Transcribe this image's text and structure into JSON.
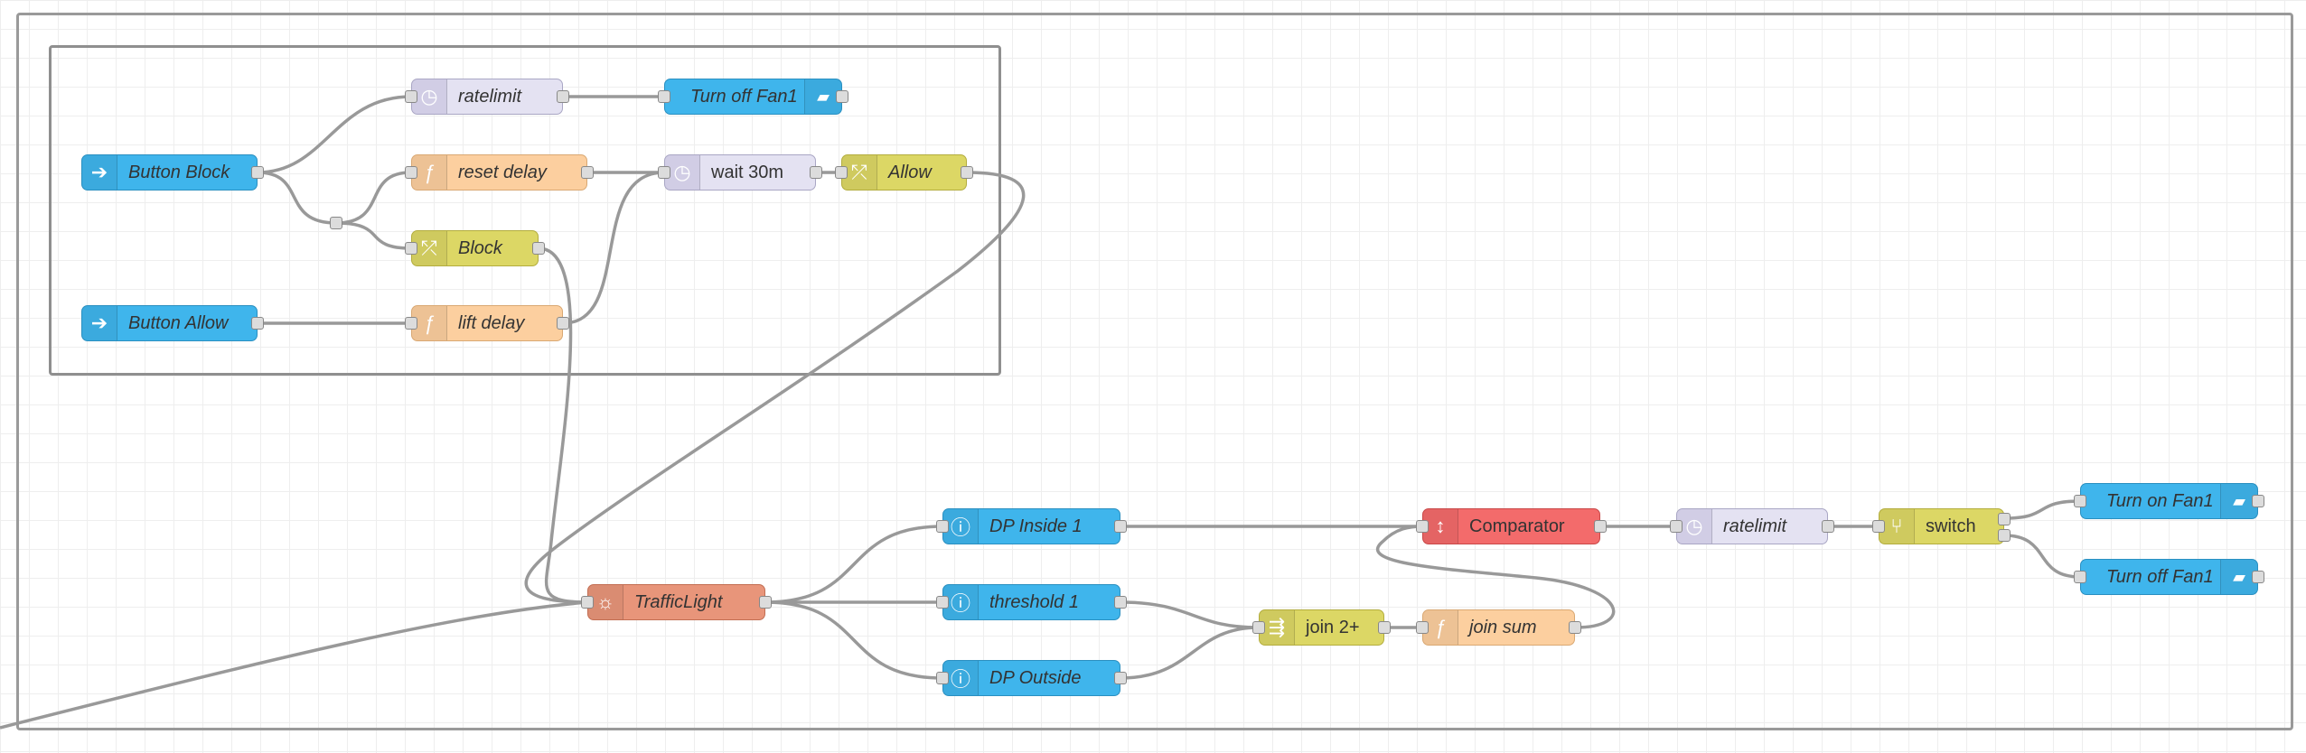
{
  "flow": {
    "nodes": {
      "button_block": {
        "label": "Button Block",
        "icon": "inject-icon"
      },
      "button_allow": {
        "label": "Button Allow",
        "icon": "inject-icon"
      },
      "ratelimit_top": {
        "label": "ratelimit",
        "icon": "delay-icon"
      },
      "turn_off_fan1_top": {
        "label": "Turn off Fan1",
        "icon": "wifi-router-icon"
      },
      "reset_delay": {
        "label": "reset delay",
        "icon": "function-icon"
      },
      "wait_30m": {
        "label": "wait 30m",
        "icon": "delay-icon"
      },
      "allow": {
        "label": "Allow",
        "icon": "change-icon"
      },
      "block": {
        "label": "Block",
        "icon": "change-icon"
      },
      "lift_delay": {
        "label": "lift delay",
        "icon": "function-icon"
      },
      "traffic_light": {
        "label": "TrafficLight",
        "icon": "lightbulb-icon"
      },
      "dp_inside_1": {
        "label": "DP Inside 1",
        "icon": "info-icon"
      },
      "threshold_1": {
        "label": "threshold 1",
        "icon": "info-icon"
      },
      "dp_outside": {
        "label": "DP Outside",
        "icon": "info-icon"
      },
      "join_2": {
        "label": "join 2+",
        "icon": "join-icon"
      },
      "join_sum": {
        "label": "join sum",
        "icon": "function-icon"
      },
      "comparator": {
        "label": "Comparator",
        "icon": "compare-icon"
      },
      "ratelimit_bottom": {
        "label": "ratelimit",
        "icon": "delay-icon"
      },
      "switch": {
        "label": "switch",
        "icon": "switch-icon"
      },
      "turn_on_fan1": {
        "label": "Turn on Fan1",
        "icon": "wifi-router-icon"
      },
      "turn_off_fan1_bottom": {
        "label": "Turn off Fan1",
        "icon": "wifi-router-icon"
      }
    },
    "colors": {
      "inject": "#3fb5ec",
      "delay": "#e4e2f2",
      "function": "#fccf9f",
      "change": "#dcd765",
      "comparator": "#f36b6b",
      "trafficlight": "#e8957a",
      "wire": "#999999"
    }
  }
}
